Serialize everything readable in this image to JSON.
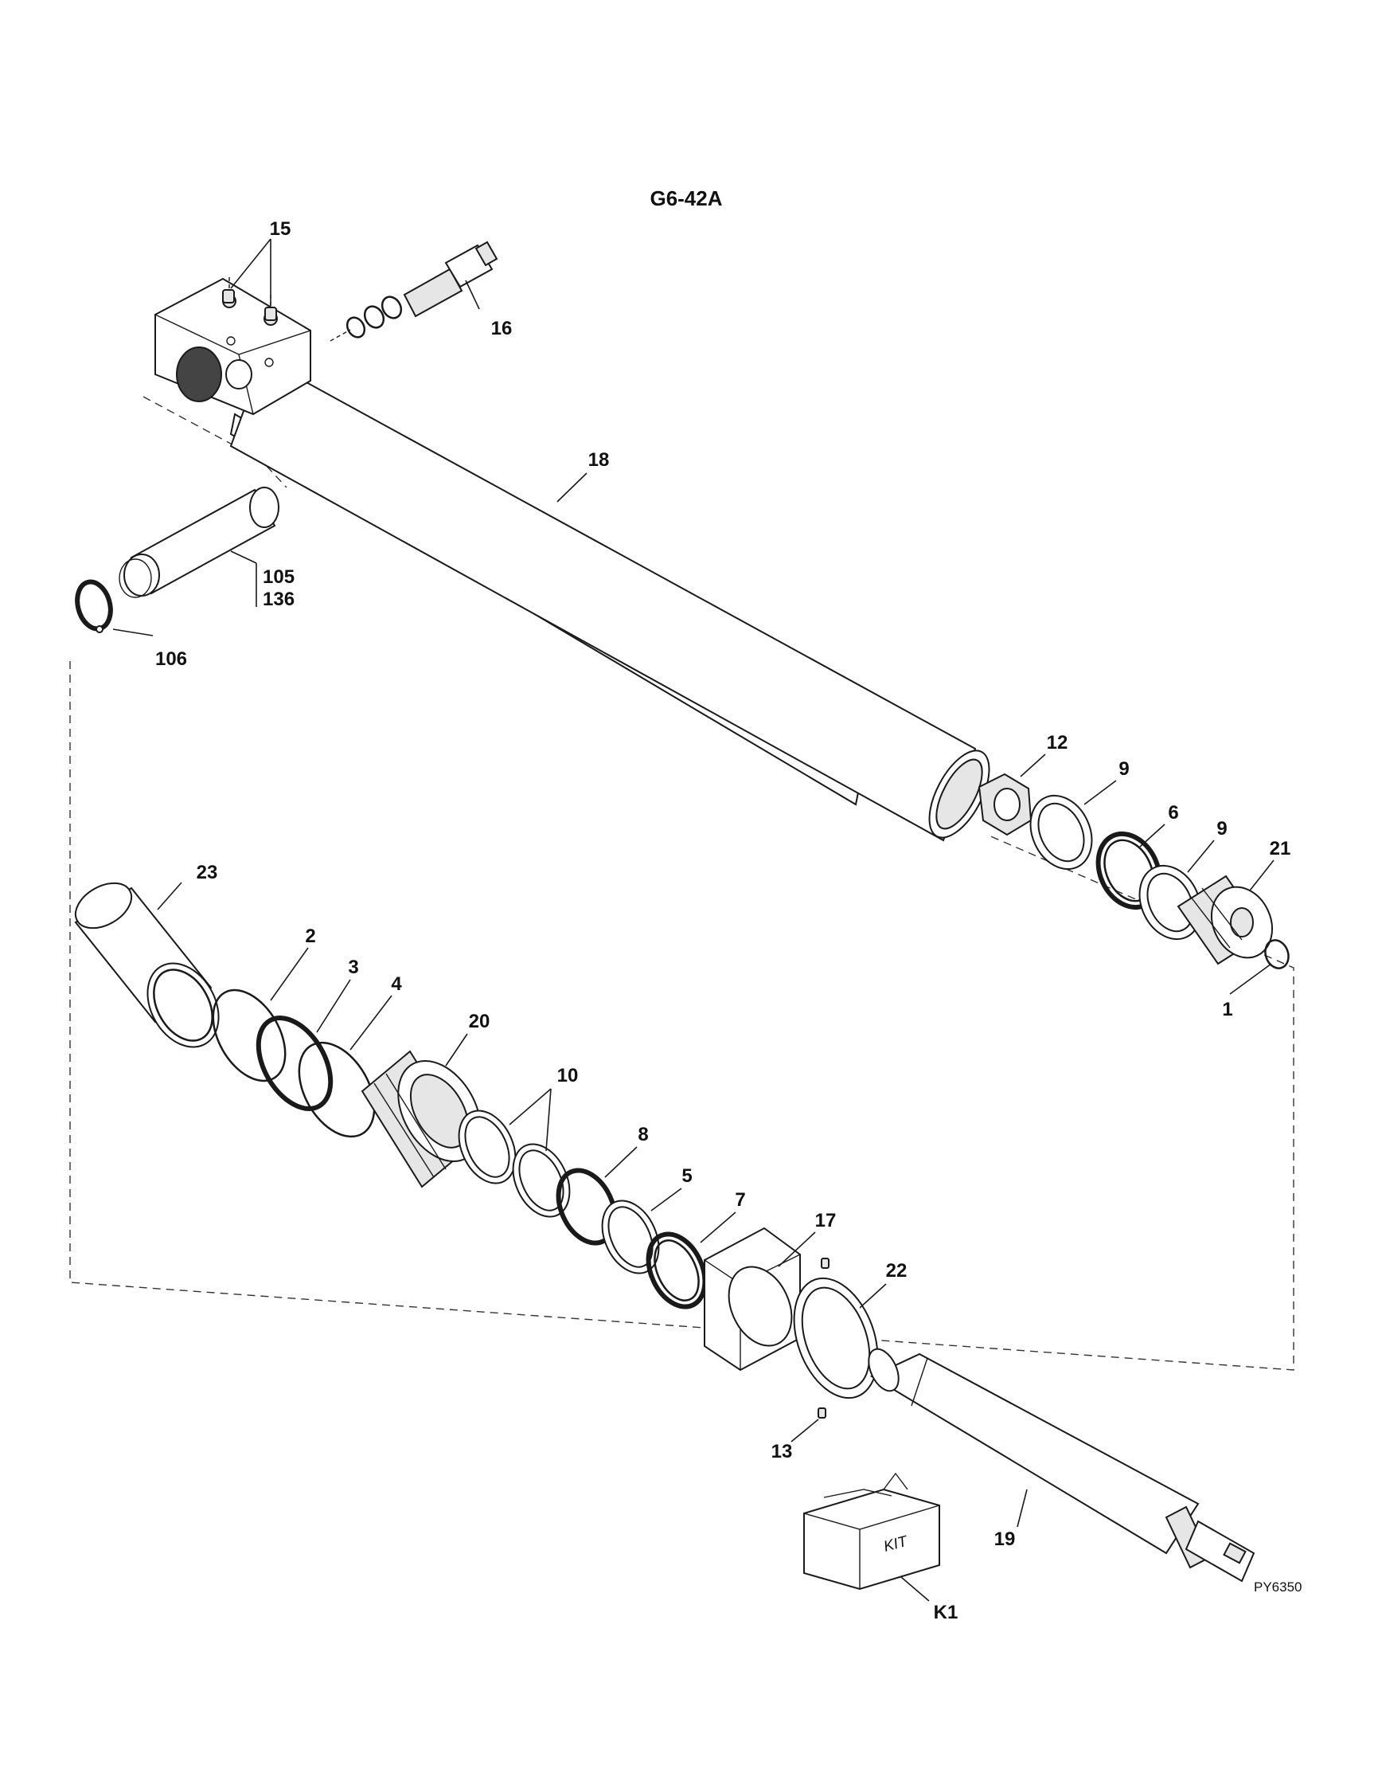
{
  "diagram": {
    "title": "G6-42A",
    "drawing_code": "PY6350",
    "kit_box_text": "KIT",
    "callouts": {
      "c1": "1",
      "c2": "2",
      "c3": "3",
      "c4": "4",
      "c5": "5",
      "c6": "6",
      "c7": "7",
      "c8": "8",
      "c9a": "9",
      "c9b": "9",
      "c10": "10",
      "c12": "12",
      "c13": "13",
      "c15": "15",
      "c16": "16",
      "c17": "17",
      "c18": "18",
      "c19": "19",
      "c20": "20",
      "c21": "21",
      "c22": "22",
      "c23": "23",
      "c105": "105",
      "c106": "106",
      "c136": "136",
      "cK1": "K1"
    }
  }
}
